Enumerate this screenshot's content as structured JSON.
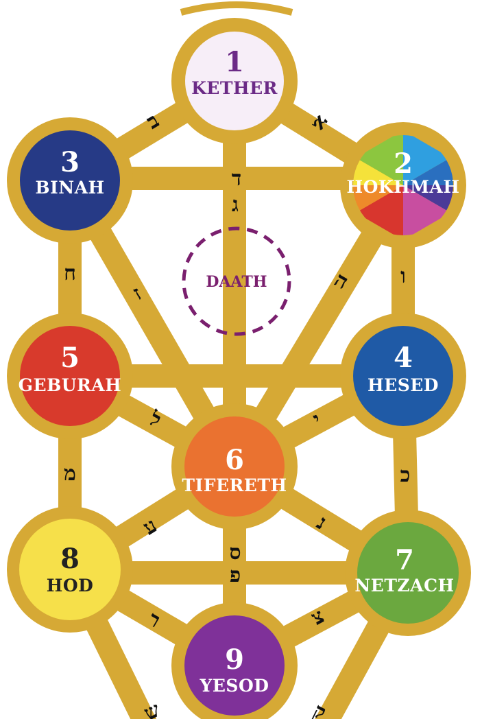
{
  "sephiroth": [
    {
      "id": "kether",
      "number": "1",
      "name": "KETHER",
      "fill": "#f7eef8",
      "text": "#6b2a86"
    },
    {
      "id": "hokhmah",
      "number": "2",
      "name": "HOKHMAH",
      "fill": "rainbow",
      "text": "#ffffff"
    },
    {
      "id": "binah",
      "number": "3",
      "name": "BINAH",
      "fill": "#263a86",
      "text": "#ffffff"
    },
    {
      "id": "hesed",
      "number": "4",
      "name": "HESED",
      "fill": "#1f5aa6",
      "text": "#ffffff"
    },
    {
      "id": "geburah",
      "number": "5",
      "name": "GEBURAH",
      "fill": "#d83a2c",
      "text": "#ffffff"
    },
    {
      "id": "tifereth",
      "number": "6",
      "name": "TIFERETH",
      "fill": "#ea7230",
      "text": "#ffffff"
    },
    {
      "id": "netzach",
      "number": "7",
      "name": "NETZACH",
      "fill": "#6ba83f",
      "text": "#ffffff"
    },
    {
      "id": "hod",
      "number": "8",
      "name": "HOD",
      "fill": "#f6e04a",
      "text": "#222222"
    },
    {
      "id": "yesod",
      "number": "9",
      "name": "YESOD",
      "fill": "#7f3199",
      "text": "#ffffff"
    }
  ],
  "daath": {
    "label": "DAATH",
    "color": "#7a1f6e"
  },
  "path_letters": {
    "kether_binah": "ב",
    "kether_hokhmah": "א",
    "kether_tifereth": "ג",
    "binah_hokhmah": "ד",
    "binah_geburah": "ח",
    "binah_tifereth": "ז",
    "hokhmah_tifereth": "ה",
    "hokhmah_hesed": "ו",
    "geburah_tifereth": "ל",
    "hesed_tifereth": "י",
    "geburah_hod": "מ",
    "hesed_netzach": "כ",
    "tifereth_hod": "ע",
    "tifereth_netzach": "נ",
    "tifereth_yesod": "ס",
    "hod_netzach": "פ",
    "hod_yesod": "ר",
    "netzach_yesod": "צ",
    "hod_bottom": "ש",
    "netzach_bottom": "ק"
  },
  "colors": {
    "gold": "#d6a935",
    "gold_dark": "#c39625"
  }
}
